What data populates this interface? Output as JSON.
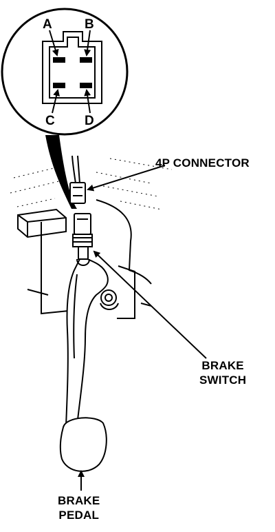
{
  "connector_pins": {
    "a": "A",
    "b": "B",
    "c": "C",
    "d": "D"
  },
  "callouts": {
    "connector": "4P CONNECTOR",
    "switch_line1": "BRAKE",
    "switch_line2": "SWITCH",
    "pedal_line1": "BRAKE",
    "pedal_line2": "PEDAL"
  }
}
